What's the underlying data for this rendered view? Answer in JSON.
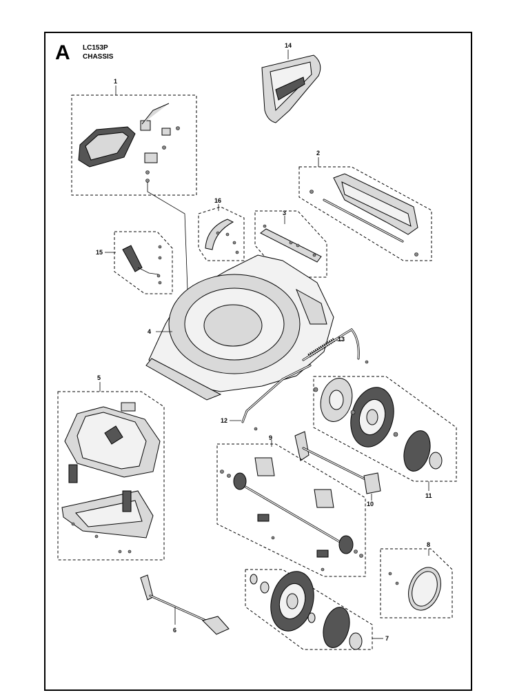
{
  "header": {
    "section_letter": "A",
    "model": "LC153P",
    "section_name": "CHASSIS"
  },
  "callouts": [
    {
      "id": "1",
      "label": "1"
    },
    {
      "id": "2",
      "label": "2"
    },
    {
      "id": "3",
      "label": "3"
    },
    {
      "id": "4",
      "label": "4"
    },
    {
      "id": "5",
      "label": "5"
    },
    {
      "id": "6",
      "label": "6"
    },
    {
      "id": "7",
      "label": "7"
    },
    {
      "id": "8",
      "label": "8"
    },
    {
      "id": "9",
      "label": "9"
    },
    {
      "id": "10",
      "label": "10"
    },
    {
      "id": "11",
      "label": "11"
    },
    {
      "id": "12",
      "label": "12"
    },
    {
      "id": "13",
      "label": "13"
    },
    {
      "id": "14",
      "label": "14"
    },
    {
      "id": "15",
      "label": "15"
    },
    {
      "id": "16",
      "label": "16"
    }
  ]
}
